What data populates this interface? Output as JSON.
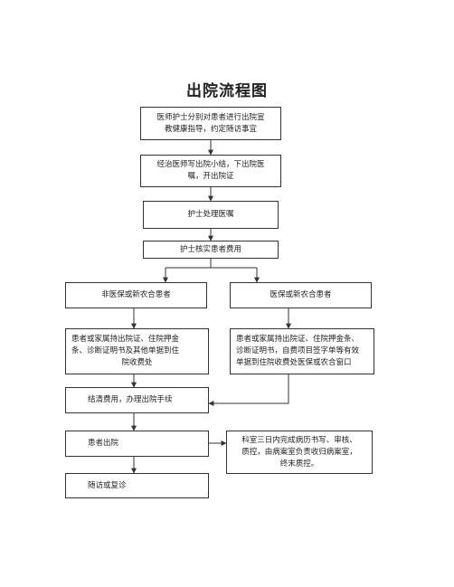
{
  "title": "出院流程图",
  "steps": {
    "guidance": [
      "医师护士分别对患者进行出院宣",
      "教健康指导，约定随访事宜"
    ],
    "doctor_summary": [
      "经治医师写出院小结，下出院医",
      "嘱，开出院证"
    ],
    "nurse_orders": "护士处理医嘱",
    "nurse_fees": "护士核实患者费用",
    "non_insured": "非医保或新农合患者",
    "insured": "医保或新农合患者",
    "non_insured_payment": [
      "患者或家属持出院证、住院押金",
      "条、诊断证明书及其他单据到住",
      "院收费处"
    ],
    "insured_payment": [
      "患者或家属持出院证、住院押金条、",
      "诊断证明书，自费项目签字单等有效",
      "单据到住院收费处医保或农合窗口"
    ],
    "settle": "结清费用，办理出院手续",
    "discharge": "患者出院",
    "records": [
      "科室三日内完成病历书写、审核、",
      "质控，由病案室负责收归病案室，",
      "终末质控。"
    ],
    "followup": "随访或复诊"
  }
}
